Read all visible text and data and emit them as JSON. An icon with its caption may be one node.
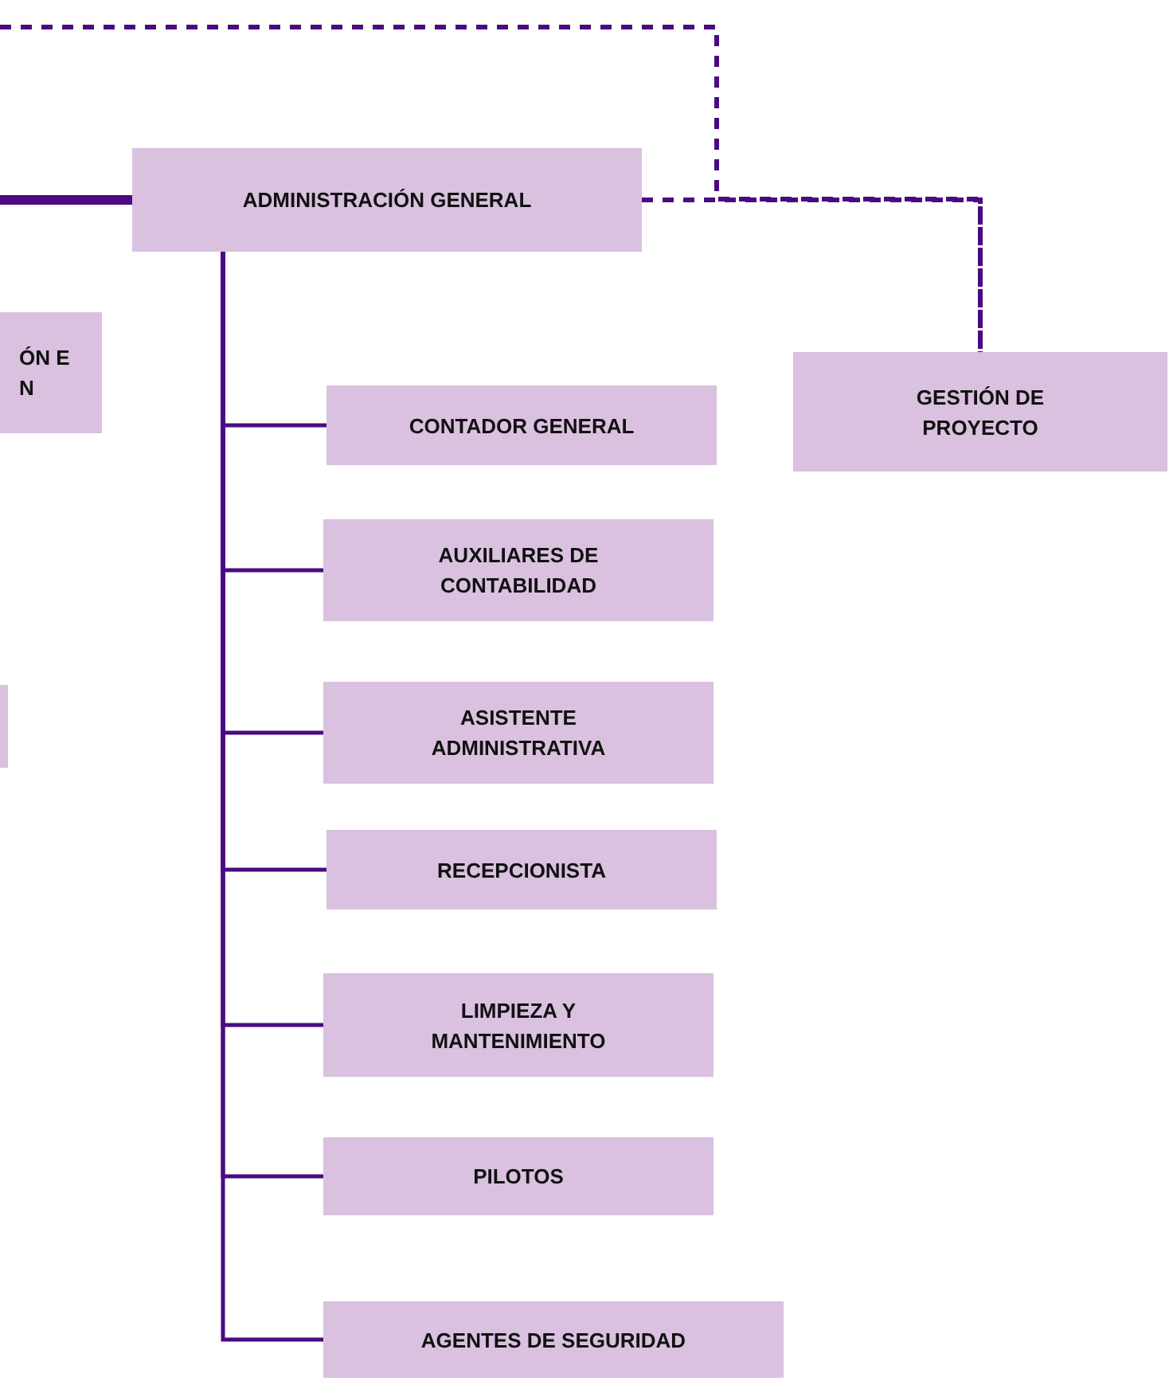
{
  "diagram": {
    "nodes": [
      {
        "text": [
          "ADMINISTRACIÓN GENERAL"
        ]
      },
      {
        "text": [
          "ÓN E N"
        ]
      },
      {
        "text": [],
        "shape": "box"
      },
      {
        "text": [
          "GESTIÓN DE PROYECTO"
        ]
      },
      {
        "text": [
          "CONTADOR GENERAL"
        ]
      },
      {
        "text": [
          "AUXILIARES DE CONTABILIDAD"
        ]
      },
      {
        "text": [
          "ASISTENTE ADMINISTRATIVA"
        ]
      },
      {
        "text": [
          "RECEPCIONISTA"
        ]
      },
      {
        "text": [
          "LIMPIEZA Y MANTENIMIENTO"
        ]
      },
      {
        "text": [
          "PILOTOS"
        ]
      },
      {
        "text": [
          "AGENTES DE SEGURIDAD"
        ]
      }
    ],
    "edges": [
      {
        "from": null,
        "to": 0,
        "arrow": "none",
        "style": "thick"
      },
      {
        "from": 0,
        "to": 3,
        "arrow": "none",
        "style": "dashed"
      },
      {
        "from": null,
        "to": 3,
        "arrow": "none",
        "style": "dashed"
      },
      {
        "from": 0,
        "to": 4,
        "arrow": "none"
      },
      {
        "from": 0,
        "to": 5,
        "arrow": "none"
      },
      {
        "from": 0,
        "to": 6,
        "arrow": "none"
      },
      {
        "from": 0,
        "to": 7,
        "arrow": "none"
      },
      {
        "from": 0,
        "to": 8,
        "arrow": "none"
      },
      {
        "from": 0,
        "to": 9,
        "arrow": "none"
      },
      {
        "from": 0,
        "to": 10,
        "arrow": "none"
      }
    ]
  }
}
